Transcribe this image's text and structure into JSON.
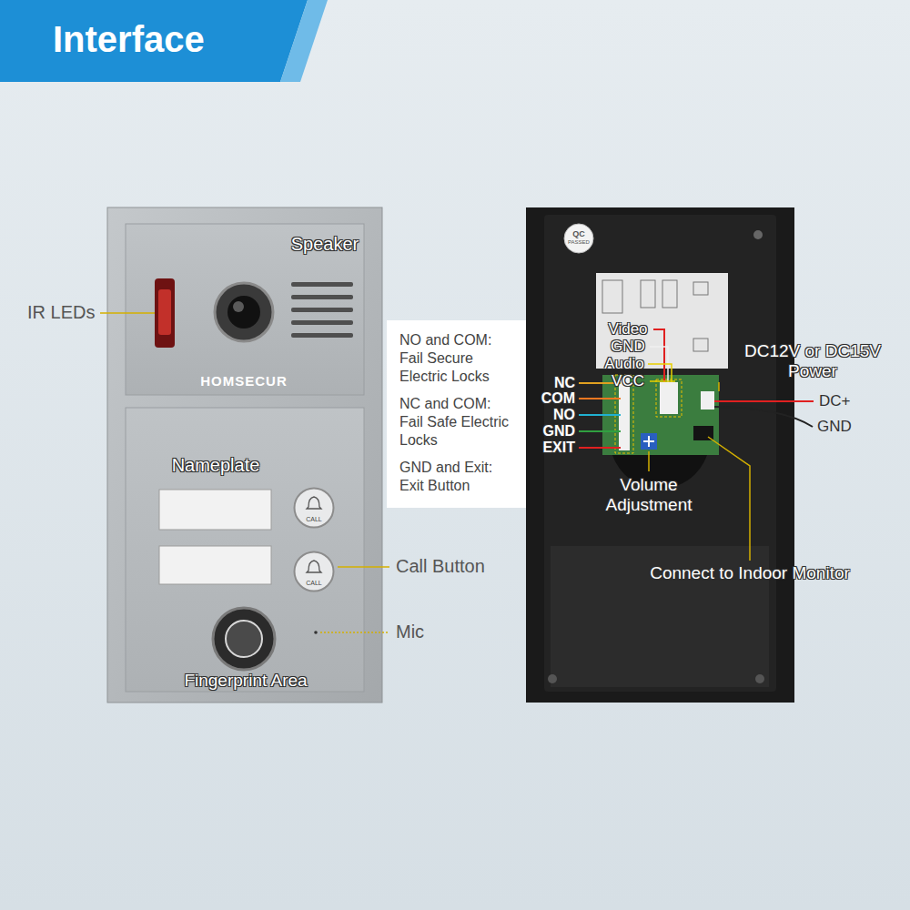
{
  "diagram": {
    "title": "Interface",
    "nodes": [
      {
        "text": [
          "NO and COM: Fail Secure Electric Locks",
          "NC and COM: Fail Safe Electric Locks",
          "GND and Exit: Exit Button"
        ]
      },
      {
        "text": [
          "CALL"
        ]
      },
      {
        "text": [
          "CALL"
        ]
      }
    ],
    "labels": [
      "Speaker",
      "IR LEDs",
      "HOMSECUR",
      "Nameplate",
      "Call Button",
      "Mic",
      "Fingerprint Area",
      "QC",
      "PASSED",
      "Video",
      "GND",
      "Audio",
      "VCC",
      "DC12V or DC15V Power",
      "NC",
      "COM",
      "NO",
      "GND",
      "EXIT",
      "DC+",
      "GND",
      "Volume Adjustment",
      "Connect to Indoor Monitor"
    ]
  }
}
